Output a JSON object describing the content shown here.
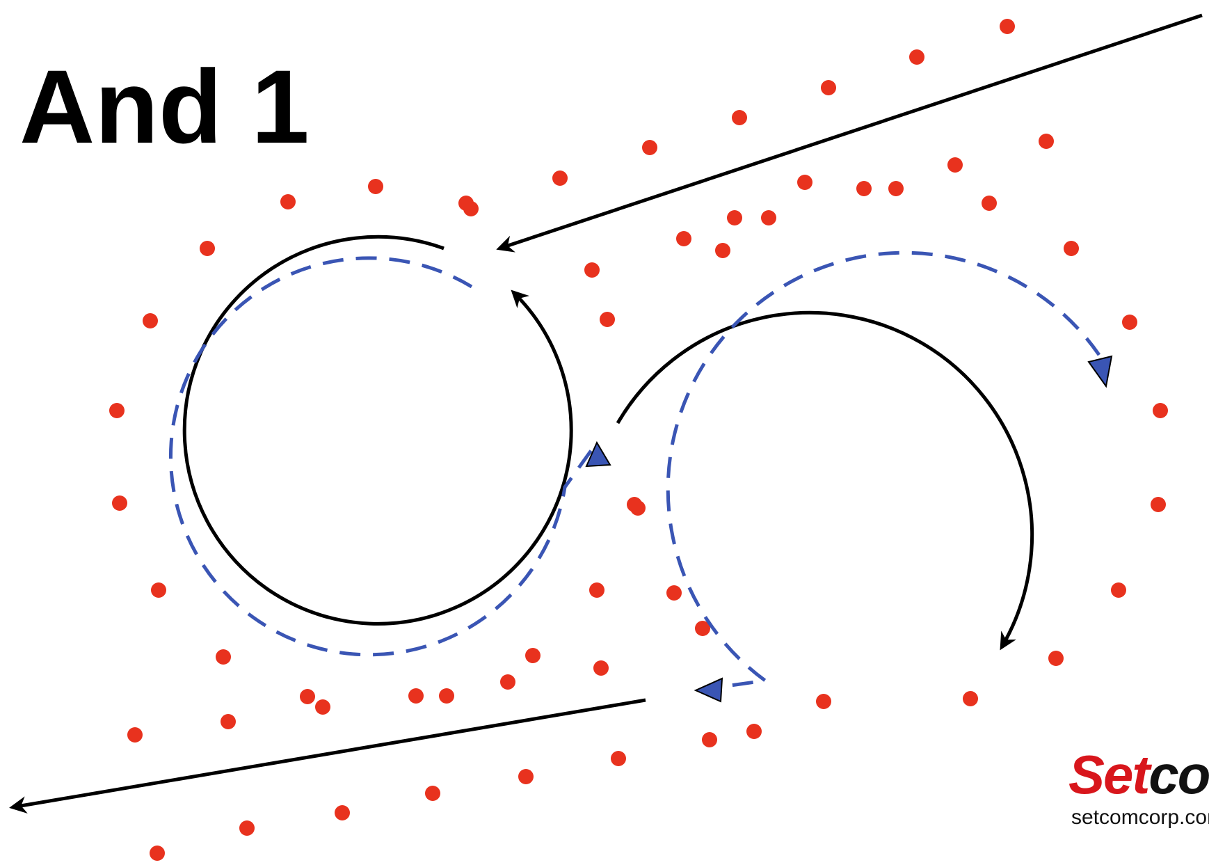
{
  "title": "And 1",
  "logo": {
    "brand_part1": "Set",
    "brand_part2": "com",
    "url": "setcomcorp.com"
  },
  "colors": {
    "dot": "#e8321e",
    "solid_path": "#000000",
    "dashed_path": "#3a55b4",
    "logo_red": "#d8161c",
    "logo_black": "#111111"
  },
  "icons": {
    "dot": "red-dot-icon",
    "arrowhead": "arrowhead-icon"
  }
}
